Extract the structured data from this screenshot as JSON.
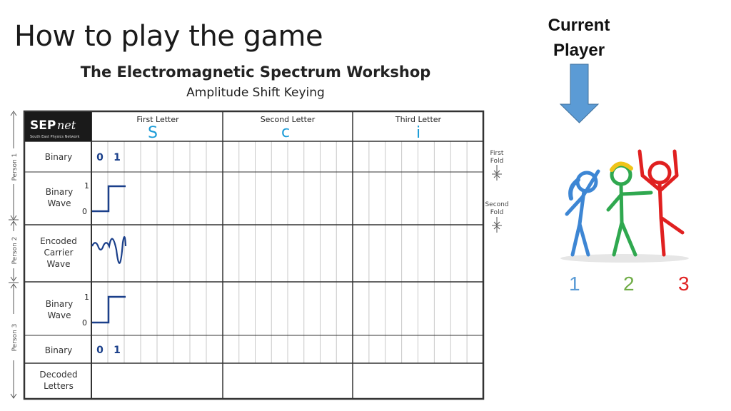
{
  "slide": {
    "title": "How to play the game"
  },
  "workshop": {
    "title": "The Electromagnetic Spectrum Workshop",
    "subtitle": "Amplitude Shift Keying",
    "logo_main": "SEP",
    "logo_script": "net",
    "logo_caption": "South East Physics Network",
    "columns": [
      "First Letter",
      "Second Letter",
      "Third Letter"
    ],
    "letters": [
      "S",
      "c",
      "i"
    ],
    "rows": {
      "binary_top": "Binary",
      "binary_wave_top_1": "Binary",
      "binary_wave_top_2": "Wave",
      "encoded_1": "Encoded",
      "encoded_2": "Carrier",
      "encoded_3": "Wave",
      "binary_wave_bottom_1": "Binary",
      "binary_wave_bottom_2": "Wave",
      "binary_bottom": "Binary",
      "decoded_1": "Decoded",
      "decoded_2": "Letters"
    },
    "bits_top": [
      "0",
      "1"
    ],
    "bits_bottom": [
      "0",
      "1"
    ],
    "levels": {
      "high": "1",
      "low": "0"
    },
    "persons": [
      "Person 1",
      "Person 2",
      "Person 3"
    ],
    "folds": {
      "first_1": "First",
      "first_2": "Fold",
      "second_1": "Second",
      "second_2": "Fold"
    }
  },
  "current_player": {
    "label_line1": "Current",
    "label_line2": "Player",
    "arrow_color": "#5b9bd5",
    "players": [
      {
        "number": "1",
        "color": "#5b9bd5"
      },
      {
        "number": "2",
        "color": "#70ad47"
      },
      {
        "number": "3",
        "color": "#e02020"
      }
    ]
  }
}
